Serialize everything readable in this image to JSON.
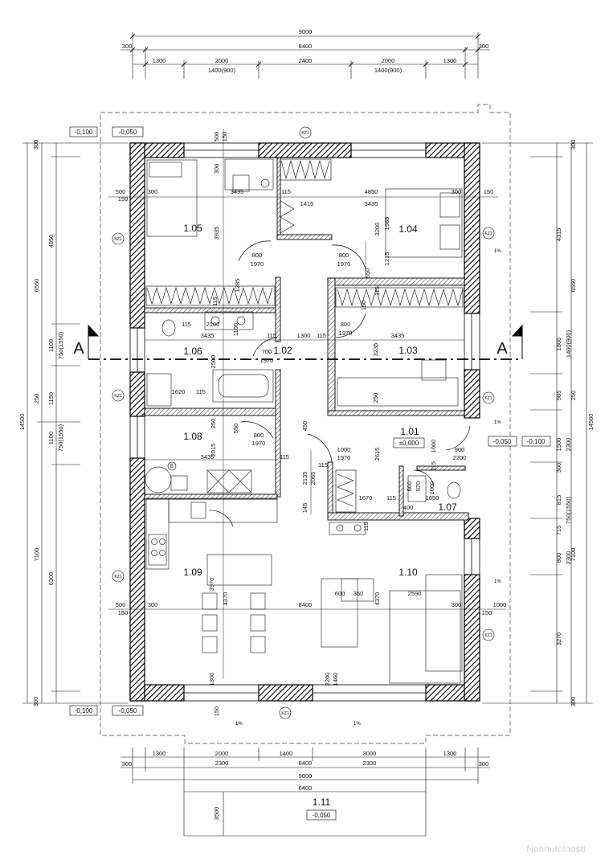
{
  "rooms": [
    {
      "id": "1.05"
    },
    {
      "id": "1.04"
    },
    {
      "id": "1.06"
    },
    {
      "id": "1.02"
    },
    {
      "id": "1.03"
    },
    {
      "id": "1.01"
    },
    {
      "id": "1.08"
    },
    {
      "id": "1.07"
    },
    {
      "id": "1.09"
    },
    {
      "id": "1.10"
    },
    {
      "id": "1.11"
    }
  ],
  "levels": {
    "outside_left_top": "-0,100",
    "inside_left_top": "-0,050",
    "entry_zero": "±0,000",
    "right_inside": "-0,050",
    "right_outside": "-0,100",
    "outside_left_bottom": "-0,100",
    "inside_left_bottom": "-0,050",
    "terrace": "-0,050"
  },
  "section_marks": {
    "left": "A",
    "right": "A"
  },
  "wall_tag": "KZ1",
  "boiler_tag": "B",
  "slope": "1%",
  "dims_top": {
    "total": "9000",
    "side_left": "300",
    "inner": "8400",
    "side_right": "300",
    "segments": [
      "1300",
      "2000",
      "2400",
      "2000",
      "1300"
    ],
    "window_left": "1400(900)",
    "window_right": "1400(900)"
  },
  "dims_bottom": {
    "segments": [
      "1300",
      "2000",
      "1400",
      "3000",
      "1300"
    ],
    "side_left": "300",
    "sub_left": "2300",
    "inner": "8400",
    "sub_right": "2300",
    "side_right": "300",
    "total": "9000",
    "terrace_width": "6400",
    "terrace_depth": "3500"
  },
  "dims_left": {
    "outer": [
      "300",
      "4850",
      "1100",
      "750(1550)",
      "250",
      "1150",
      "1100",
      "750(1550)",
      "6300",
      "300"
    ],
    "mid": [
      "6550",
      "7100"
    ],
    "total": "14500"
  },
  "dims_right": {
    "outer": [
      "300",
      "4315",
      "1800",
      "1400(900)",
      "985",
      "250",
      "2300",
      "1500",
      "300",
      "815",
      "750(1550)",
      "715",
      "800",
      "2300",
      "3270",
      "300"
    ],
    "mid": [
      "6550",
      "7100"
    ],
    "total": "14500"
  },
  "interior_dims": {
    "r105_a": "3435",
    "r105_b": "3935",
    "r105_w1": "500",
    "r105_w2": "300",
    "r105_w3": "150",
    "d105": "800",
    "d105_h": "1970",
    "c_115a": "115",
    "c_1415": "1415",
    "r104_a": "4850",
    "r104_b": "3435",
    "r104_c": "300",
    "r104_d": "150",
    "r104_e": "3200",
    "r104_f": "1985",
    "r104_g": "1215",
    "d104": "800",
    "d104_h": "1970",
    "w_550": "550",
    "w_1285": "1285",
    "w_150": "150",
    "r106_a": "3435",
    "r106_b": "1100",
    "r106_c": "2100",
    "r106_d": "115",
    "r106_e": "1620",
    "r106_f": "2500",
    "r102_a": "1300",
    "d102": "700",
    "d102_h": "1970",
    "r103_a": "3435",
    "r103_b": "3235",
    "r103_c": "250",
    "d103": "800",
    "d103_h": "1970",
    "r108_a": "3435",
    "r108_b": "2015",
    "r108_c": "115",
    "r108_d": "250",
    "d108": "800",
    "d108_h": "1970",
    "r101_a": "2615",
    "r101_b": "450",
    "r101_c": "2135",
    "r101_d": "2065",
    "r101_e": "145",
    "d101": "1000",
    "d101_h": "1970",
    "d_ext": "900",
    "d_ext_h": "2200",
    "r107_a": "1670",
    "r107_b": "1650",
    "r107_c": "400",
    "r107_d": "600",
    "r107_e": "970",
    "r107_f": "1000",
    "r109_a": "3970",
    "r109_b": "4370",
    "r109_c": "1300",
    "r110_a": "600",
    "r110_b": "360",
    "r110_c": "2590",
    "r110_d": "4370",
    "hall_a": "500",
    "hall_b": "300",
    "hall_c": "8400",
    "hall_d": "300",
    "hall_e": "1000",
    "hall_f": "150",
    "hall_g": "150",
    "slide_a": "2200",
    "slide_b": "1460"
  },
  "watermark": "Nehnutelnosti"
}
